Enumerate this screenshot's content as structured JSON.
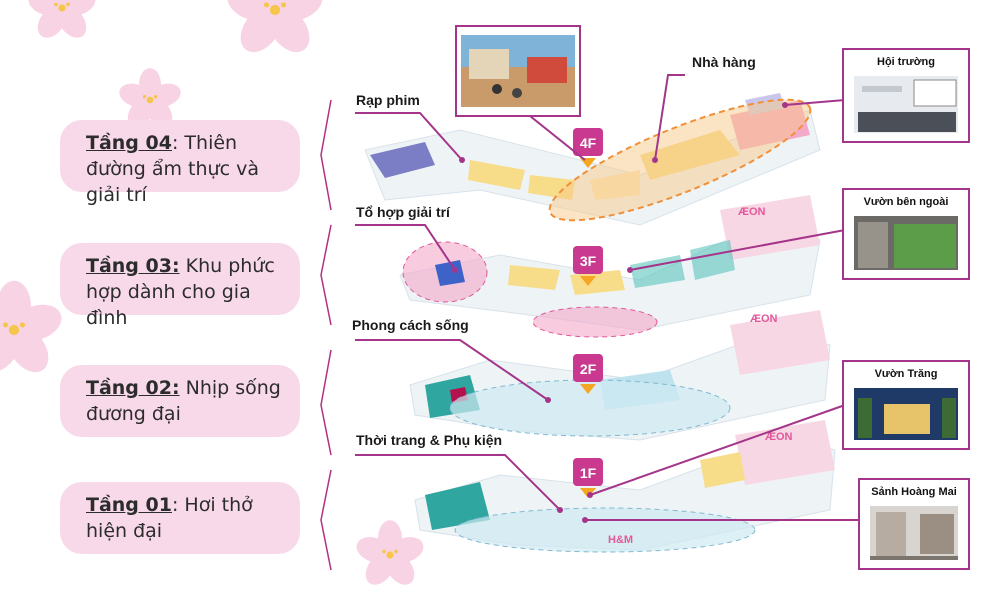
{
  "floors": [
    {
      "num": "Tầng 04",
      "sep": ":",
      "desc": "Thiên đường ẩm thực và giải trí",
      "badge": "4F"
    },
    {
      "num": "Tầng 03:",
      "sep": "",
      "desc": "Khu phức hợp dành cho gia đình",
      "badge": "3F"
    },
    {
      "num": "Tầng 02:",
      "sep": "",
      "desc": "Nhịp sống đương đại",
      "badge": "2F"
    },
    {
      "num": "Tầng 01",
      "sep": ":",
      "desc": "Hơi thở hiện đại",
      "badge": "1F"
    }
  ],
  "callouts": {
    "cinema": "Rạp phim",
    "restaurant": "Nhà hàng",
    "entertainment": "Tổ hợp giải trí",
    "lifestyle": "Phong cách sống",
    "fashion": "Thời trang & Phụ kiện"
  },
  "photos": {
    "hall": "Hội trường",
    "outdoor_garden": "Vườn bên ngoài",
    "moon_garden": "Vườn Trăng",
    "lobby": "Sảnh Hoàng Mai"
  },
  "store_logos": {
    "aeon": "ÆON",
    "hm": "H&M"
  },
  "colors": {
    "accent": "#a4358a",
    "card_bg": "#f8d9ea",
    "badge": "#c9398f",
    "teal": "#4fc0b8",
    "light_blue": "#cfe9f2",
    "pink": "#f4a9c9",
    "yellow": "#f7dc8a",
    "orange_dash": "#f0903a"
  }
}
